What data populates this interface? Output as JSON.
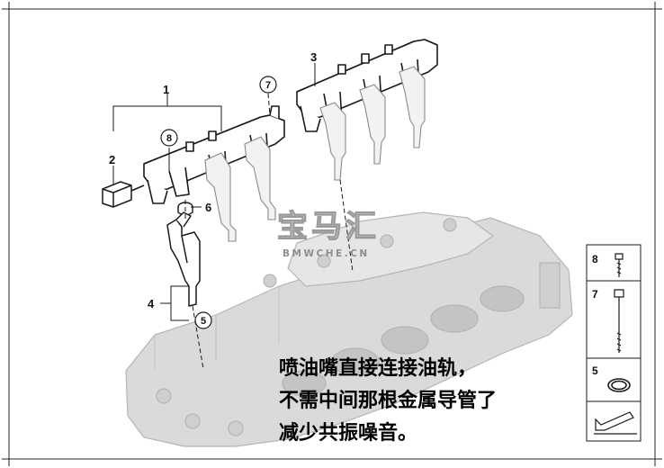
{
  "callouts": {
    "c1": "1",
    "c2": "2",
    "c3": "3",
    "c4": "4",
    "c5": "5",
    "c6": "6",
    "c7": "7",
    "c8": "8"
  },
  "watermark": {
    "chinese": "宝马汇",
    "latin": "BMWCHE.CN"
  },
  "caption": {
    "line1": "喷油嘴直接连接油轨，",
    "line2": "不需中间那根金属导管了",
    "line3": "减少共振噪音。"
  },
  "legend": {
    "items": [
      {
        "number": "8",
        "icon": "short-bolt-icon"
      },
      {
        "number": "7",
        "icon": "long-bolt-icon"
      },
      {
        "number": "5",
        "icon": "o-ring-icon"
      }
    ]
  },
  "colors": {
    "part_outline": "#1a1a1a",
    "part_fill": "#ffffff",
    "cylinder_head_fill": "#dadada",
    "cylinder_head_outline": "#b5b5b5",
    "background": "#ffffff"
  }
}
